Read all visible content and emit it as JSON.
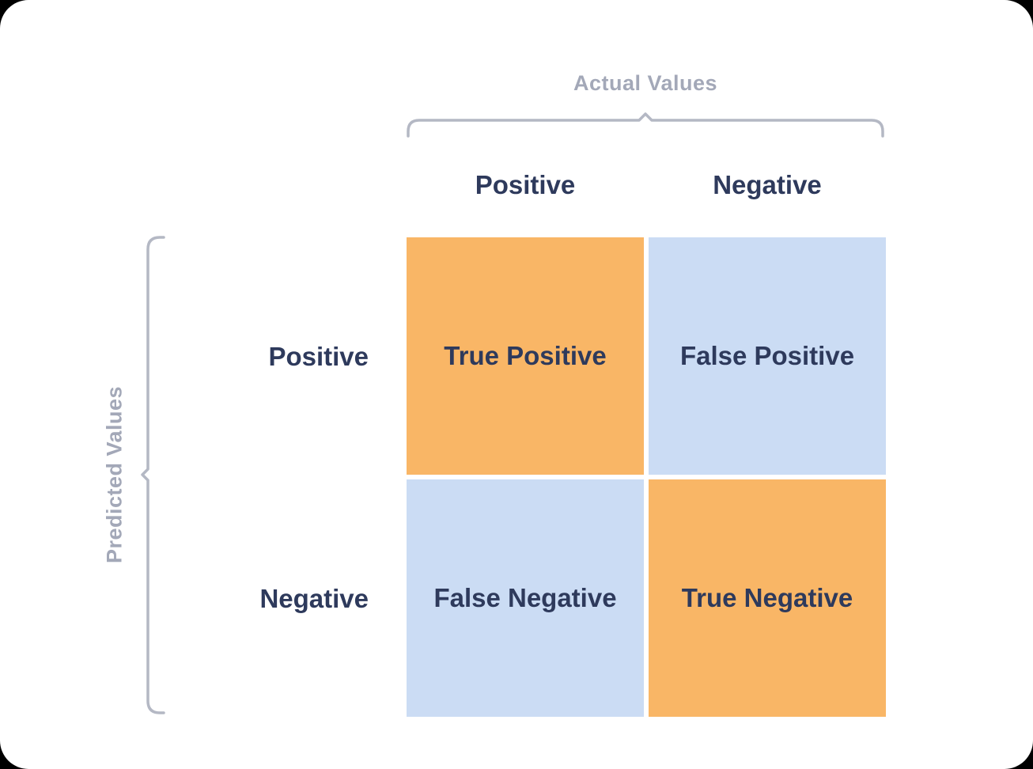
{
  "actual_axis_title": "Actual Values",
  "predicted_axis_title": "Predicted Values",
  "columns": [
    "Positive",
    "Negative"
  ],
  "rows": [
    "Positive",
    "Negative"
  ],
  "cells": [
    {
      "label": "True Positive",
      "color": "#f9b666"
    },
    {
      "label": "False Positive",
      "color": "#cbdcf4"
    },
    {
      "label": "False Negative",
      "color": "#cbdcf4"
    },
    {
      "label": "True Negative",
      "color": "#f9b666"
    }
  ],
  "colors": {
    "text": "#2e3a5c",
    "axis_title": "#a3a8b8",
    "bracket": "#b4b8c4",
    "background": "#ffffff"
  }
}
